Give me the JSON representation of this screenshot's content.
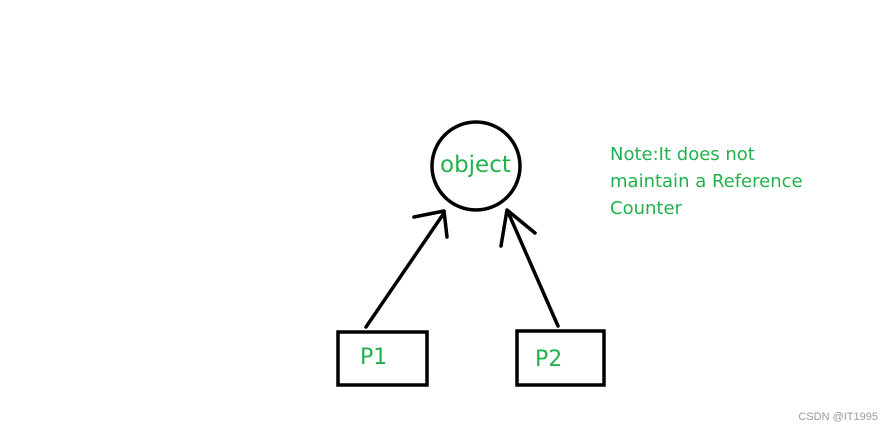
{
  "diagram": {
    "nodes": {
      "object": {
        "label": "object"
      },
      "p1": {
        "label": "P1"
      },
      "p2": {
        "label": "P2"
      }
    },
    "note": {
      "lines": [
        "Note:It does not",
        "maintain a Reference",
        "Counter"
      ]
    },
    "colors": {
      "stroke": "#000000",
      "text": "#22b14c"
    }
  },
  "watermark": "CSDN @IT1995"
}
